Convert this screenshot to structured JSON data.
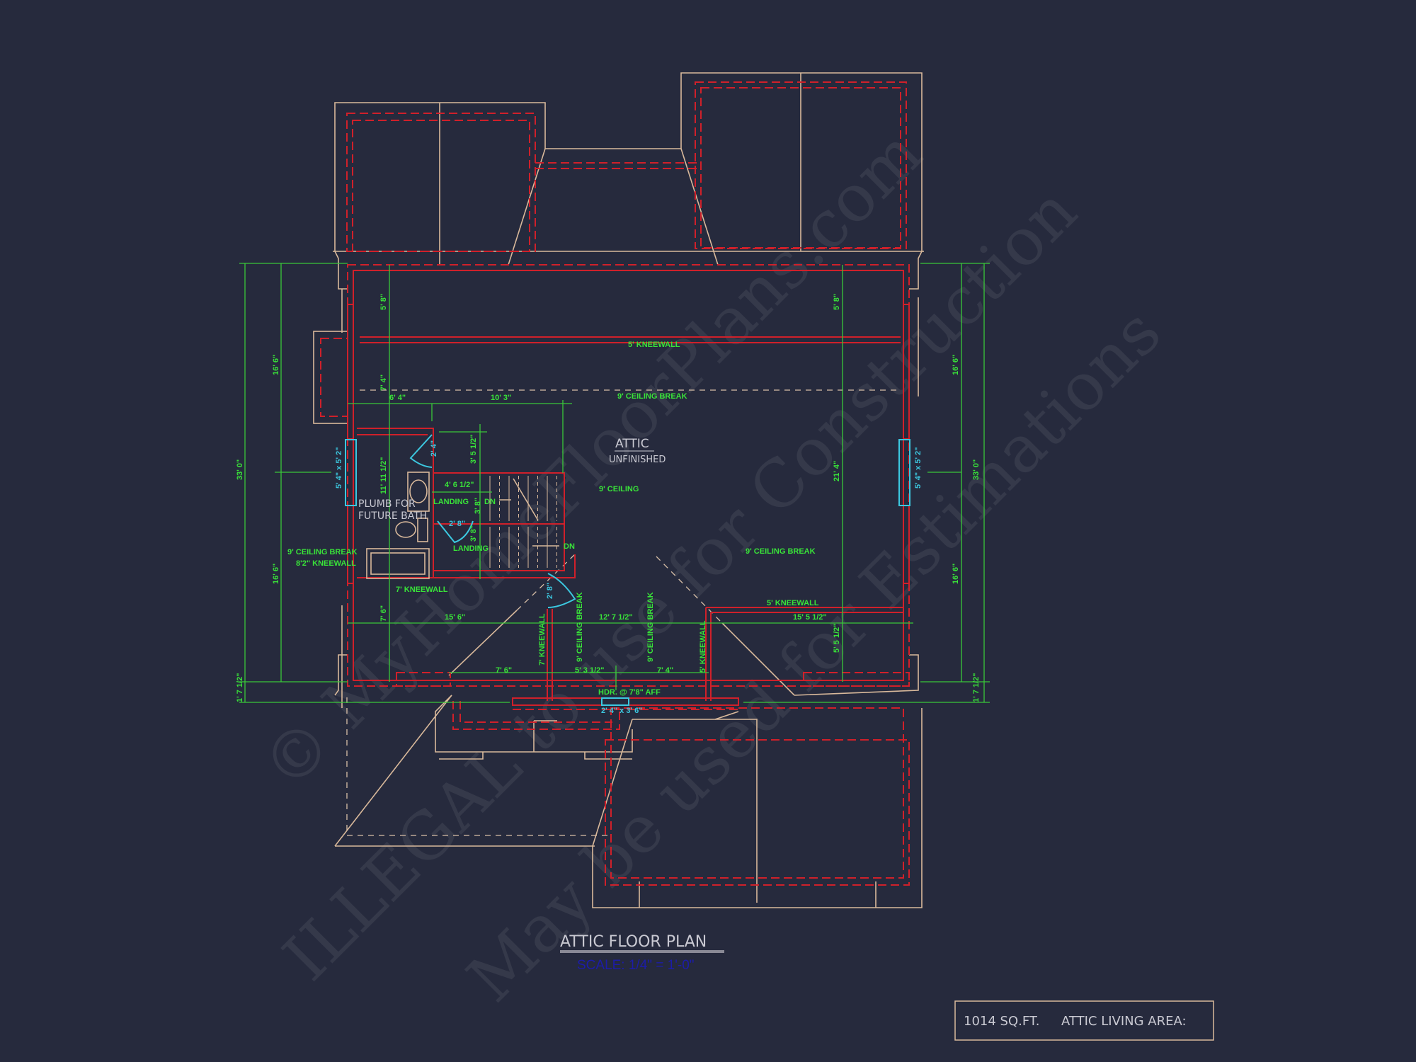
{
  "colors": {
    "background": "#262a3d",
    "dimension": "#39e339",
    "wall": "#d0202a",
    "outline": "#d9b99b",
    "window_door": "#3cc8e0",
    "scale_text": "#1c1ca8"
  },
  "title": "ATTIC FLOOR PLAN",
  "scale": "SCALE: 1/4\" = 1'-0\"",
  "area_box": {
    "sqft": "1014 SQ.FT.",
    "label": "ATTIC LIVING AREA:"
  },
  "room": {
    "name": "ATTIC",
    "sub": "UNFINISHED"
  },
  "plumb_note": [
    "PLUMB FOR",
    "FUTURE BATH"
  ],
  "watermark": [
    "© MyHomeFloorPlans.com",
    "ILLEGAL to use for Construction",
    "May be used for Estimations"
  ],
  "dims": {
    "top_left_58": "5' 8\"",
    "top_right_58": "5' 8\"",
    "left_74": "7' 4\"",
    "d_64": "6' 4\"",
    "d_103": "10' 3\"",
    "d_3512": "3' 5 1/2\"",
    "d_11": "11' 11 1/2\"",
    "d_4612": "4' 6 1/2\"",
    "d_38a": "3' 8\"",
    "d_38b": "3' 8\"",
    "right_214": "21' 4\"",
    "l166a": "16' 6\"",
    "l166b": "16' 6\"",
    "r166a": "16' 6\"",
    "r166b": "16' 6\"",
    "l330": "33' 0\"",
    "r330": "33' 0\"",
    "l1712": "1' 7 1/2\"",
    "r1712": "1' 7 1/2\"",
    "d_76a": "7' 6\"",
    "d_156": "15' 6\"",
    "d_12712": "12' 7 1/2\"",
    "d_15512": "15' 5 1/2\"",
    "d_5512": "5' 5 1/2\"",
    "d_76b": "7' 6\"",
    "d_5312": "5' 3 1/2\"",
    "d_74b": "7' 4\""
  },
  "notes": {
    "kneewall_5_top": "5' KNEEWALL",
    "ceiling_break_top": "9' CEILING BREAK",
    "ceiling_9": "9' CEILING",
    "ceiling_break_right": "9' CEILING BREAK",
    "kneewall_5_right": "5' KNEEWALL",
    "ceiling_break_left": "9' CEILING BREAK",
    "kneewall_82": "8'2\" KNEEWALL",
    "kneewall_7_bath": "7' KNEEWALL",
    "kneewall_7_v": "7' KNEEWALL",
    "ceiling_break_v1": "9' CEILING BREAK",
    "ceiling_break_v2": "9' CEILING BREAK",
    "kneewall_5_v": "5' KNEEWALL",
    "landing_1": "LANDING",
    "landing_2": "LANDING",
    "dn_1": "DN",
    "dn_2": "DN",
    "header": "HDR. @ 7'8\" AFF"
  },
  "openings": {
    "window_left": "5' 4\" x 5' 2\"",
    "window_right": "5' 4\" x 5' 2\"",
    "door_bath": "2' 4\"",
    "door_landing": "2' 8\"",
    "door_attic": "2' 8\"",
    "window_bottom": "2' 4\" x 3' 6\""
  }
}
